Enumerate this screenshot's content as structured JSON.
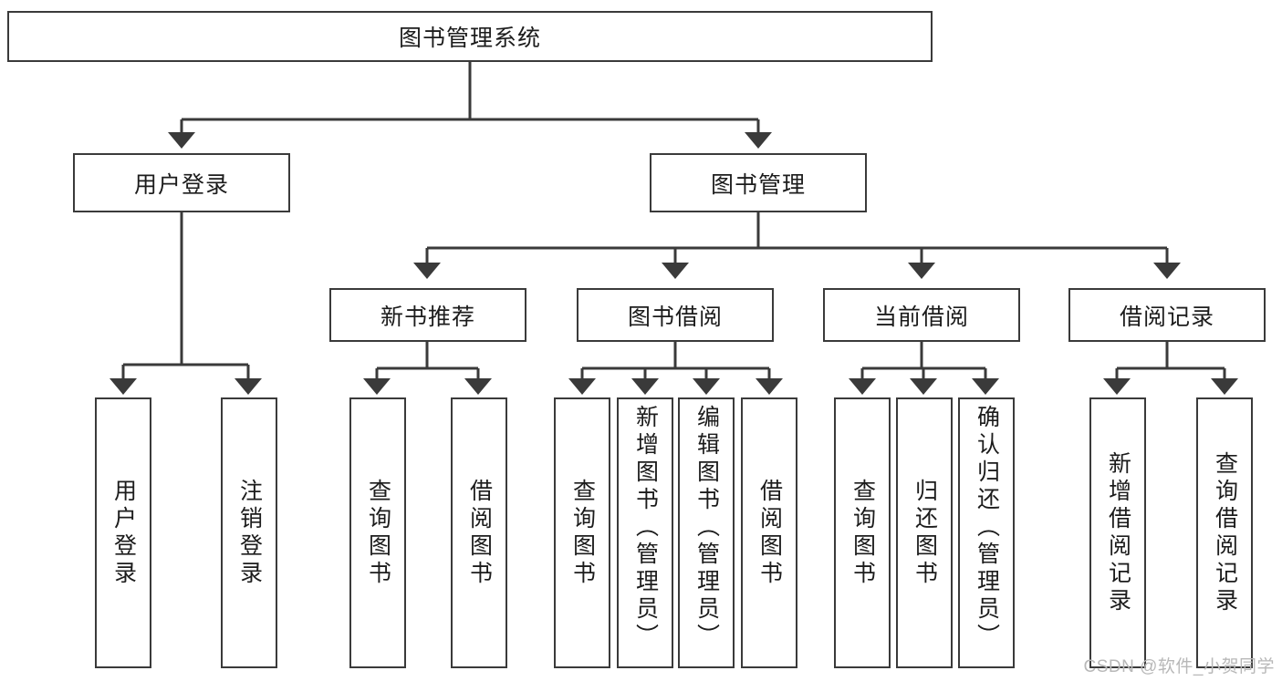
{
  "diagram": {
    "type": "tree-hierarchy",
    "title": "图书管理系统",
    "root": {
      "label": "图书管理系统"
    },
    "level2": [
      {
        "label": "用户登录"
      },
      {
        "label": "图书管理"
      }
    ],
    "level3": [
      {
        "label": "新书推荐"
      },
      {
        "label": "图书借阅"
      },
      {
        "label": "当前借阅"
      },
      {
        "label": "借阅记录"
      }
    ],
    "leaves": {
      "user_login": [
        {
          "label": "用户登录"
        },
        {
          "label": "注销登录"
        }
      ],
      "new_book_recommend": [
        {
          "label": "查询图书"
        },
        {
          "label": "借阅图书"
        }
      ],
      "book_borrow": [
        {
          "label": "查询图书"
        },
        {
          "label": "新增图书（管理员）"
        },
        {
          "label": "编辑图书（管理员）"
        },
        {
          "label": "借阅图书"
        }
      ],
      "current_borrow": [
        {
          "label": "查询图书"
        },
        {
          "label": "归还图书"
        },
        {
          "label": "确认归还（管理员）"
        }
      ],
      "borrow_records": [
        {
          "label": "新增借阅记录"
        },
        {
          "label": "查询借阅记录"
        }
      ]
    }
  },
  "watermark": {
    "text": "CSDN @软件_小贺同学"
  },
  "colors": {
    "stroke": "#3a3a3a",
    "background": "#ffffff",
    "text": "#1c1c1c",
    "watermark": "#b8b8b8"
  }
}
